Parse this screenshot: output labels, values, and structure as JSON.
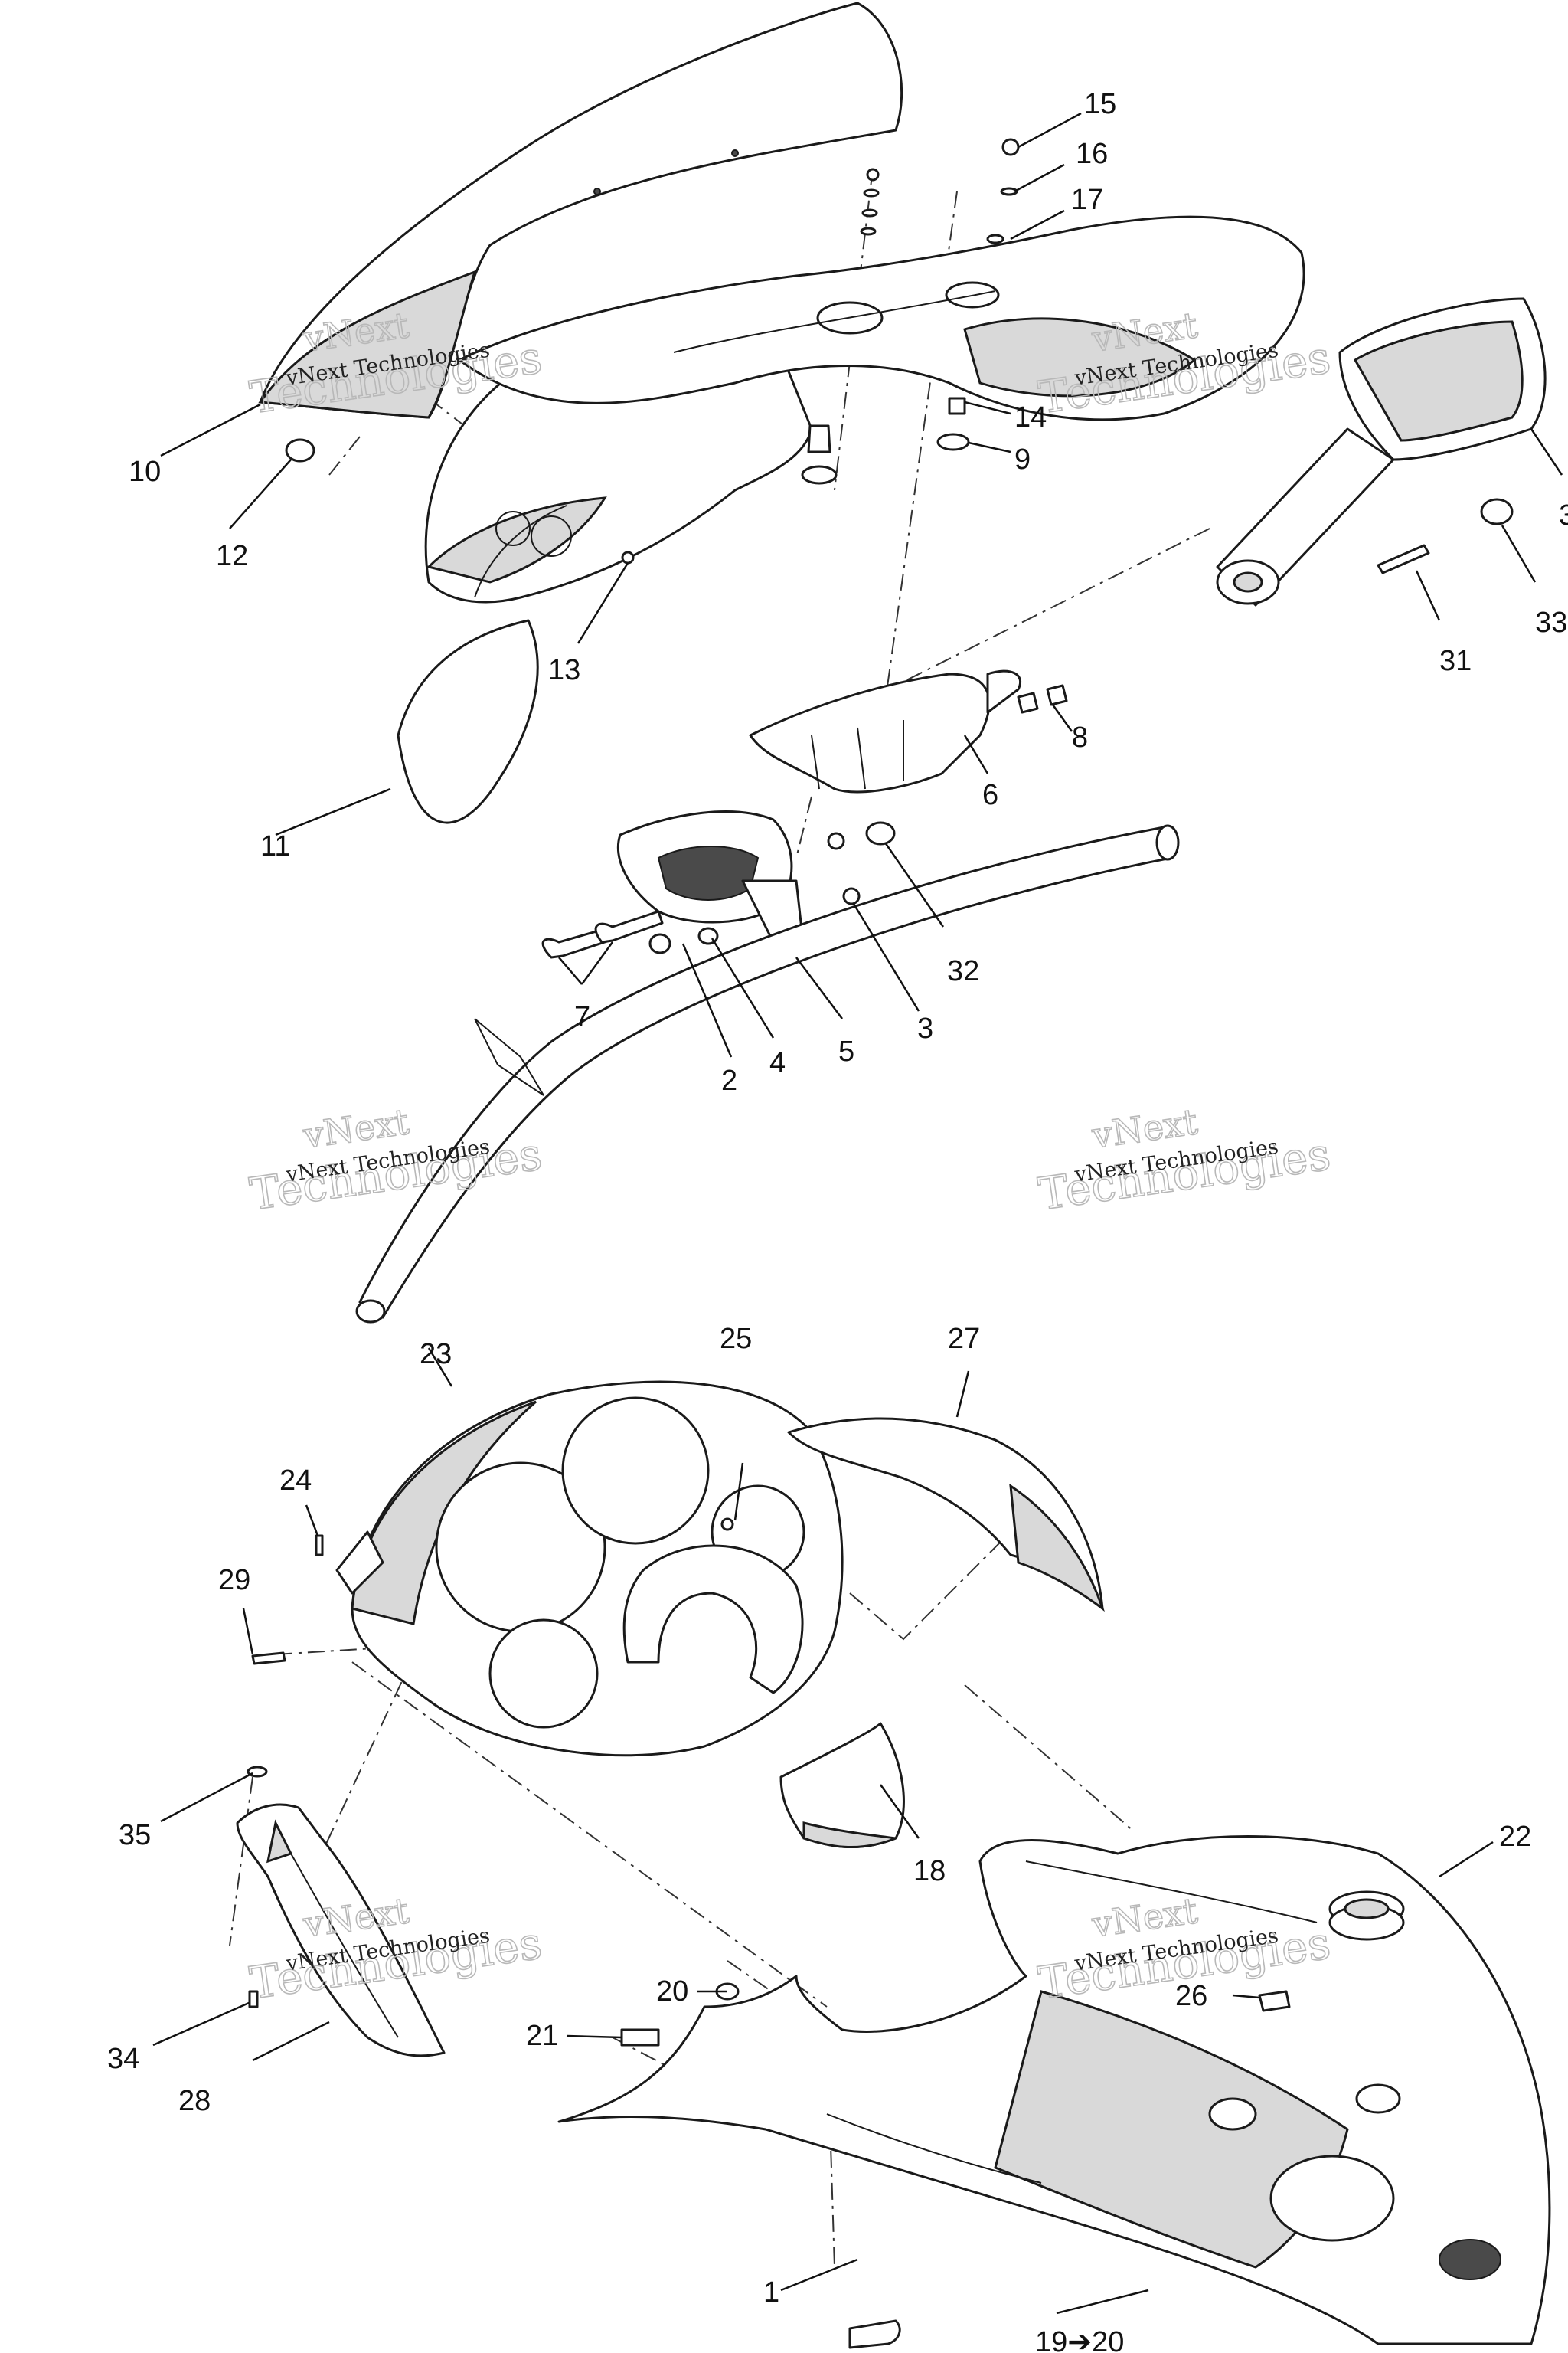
{
  "callouts": [
    {
      "label": "1"
    },
    {
      "label": "2"
    },
    {
      "label": "3"
    },
    {
      "label": "4"
    },
    {
      "label": "5"
    },
    {
      "label": "6"
    },
    {
      "label": "7"
    },
    {
      "label": "8"
    },
    {
      "label": "9"
    },
    {
      "label": "10"
    },
    {
      "label": "11"
    },
    {
      "label": "12"
    },
    {
      "label": "13"
    },
    {
      "label": "14"
    },
    {
      "label": "15"
    },
    {
      "label": "16"
    },
    {
      "label": "17"
    },
    {
      "label": "18"
    },
    {
      "label": "19➔20"
    },
    {
      "label": "20"
    },
    {
      "label": "21"
    },
    {
      "label": "22"
    },
    {
      "label": "23"
    },
    {
      "label": "24"
    },
    {
      "label": "25"
    },
    {
      "label": "26"
    },
    {
      "label": "27"
    },
    {
      "label": "28"
    },
    {
      "label": "29"
    },
    {
      "label": "31"
    },
    {
      "label": "32"
    },
    {
      "label": "33"
    },
    {
      "label": "34"
    },
    {
      "label": "35"
    },
    {
      "label": "3"
    }
  ],
  "watermarks": [
    {
      "word1": "vNext",
      "word2": "Technologies",
      "small": "vNext Technologies"
    },
    {
      "word1": "vNext",
      "word2": "Technologies",
      "small": "vNext Technologies"
    },
    {
      "word1": "vNext",
      "word2": "Technologies",
      "small": "vNext Technologies"
    },
    {
      "word1": "vNext",
      "word2": "Technologies",
      "small": "vNext Technologies"
    },
    {
      "word1": "vNext",
      "word2": "Technologies",
      "small": "vNext Technologies"
    },
    {
      "word1": "vNext",
      "word2": "Technologies",
      "small": "vNext Technologies"
    }
  ]
}
